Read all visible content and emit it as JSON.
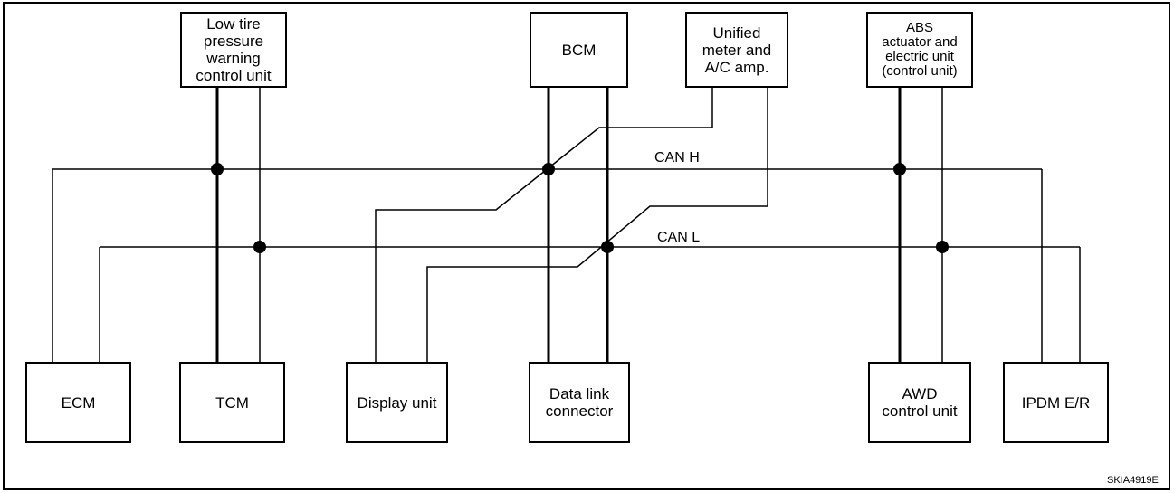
{
  "units": {
    "low_tire": "Low tire\npressure\nwarning\ncontrol unit",
    "bcm": "BCM",
    "unified_meter": "Unified\nmeter and\nA/C amp.",
    "abs": "ABS\nactuator and\nelectric unit\n(control unit)",
    "ecm": "ECM",
    "tcm": "TCM",
    "display_unit": "Display unit",
    "data_link": "Data link\nconnector",
    "awd": "AWD\ncontrol unit",
    "ipdm": "IPDM E/R"
  },
  "bus": {
    "can_h": "CAN H",
    "can_l": "CAN L"
  },
  "figure_code": "SKIA4919E"
}
